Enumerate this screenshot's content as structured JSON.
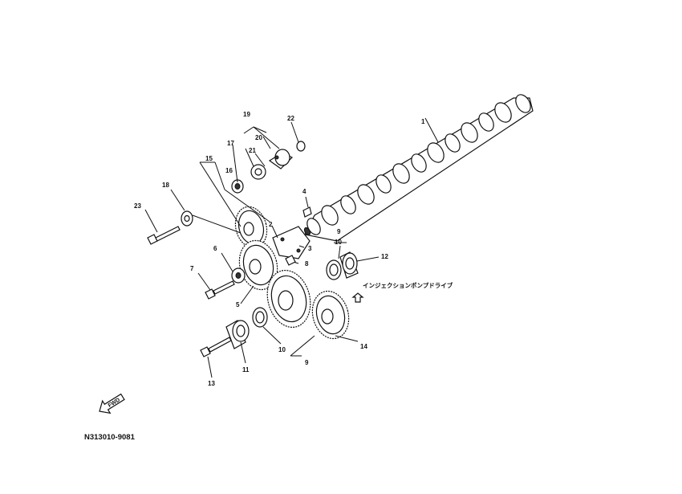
{
  "callouts": [
    "1",
    "2",
    "3",
    "4",
    "5",
    "6",
    "7",
    "8",
    "9",
    "10",
    "9",
    "10",
    "11",
    "12",
    "13",
    "14",
    "15",
    "16",
    "17",
    "18",
    "19",
    "20",
    "21",
    "22",
    "23"
  ],
  "drive_label": "インジェクションポンプドライブ",
  "drawing_code": "N313010-9081",
  "fwd_text": "FWD",
  "icons": [
    "camshaft",
    "idler-gear",
    "drive-gear",
    "bolt",
    "bushing",
    "washer",
    "injection-pump-drive-gear",
    "fwd-arrow-icon"
  ]
}
